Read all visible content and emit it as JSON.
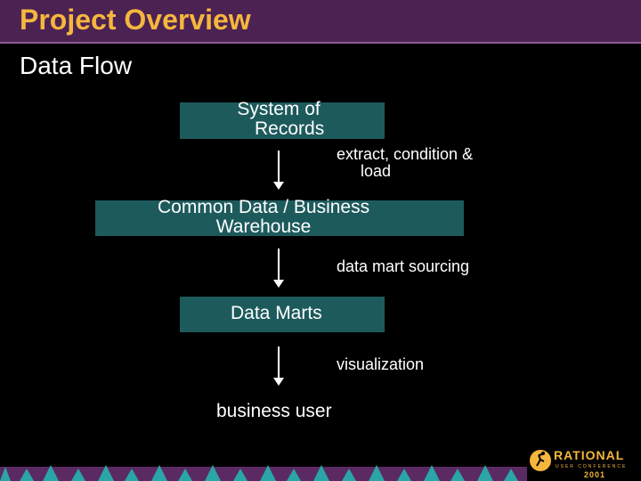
{
  "slide": {
    "title": "Project Overview",
    "subtitle": "Data Flow"
  },
  "flow": {
    "nodes": [
      {
        "id": "sor",
        "line1": "System of",
        "line2": "Records"
      },
      {
        "id": "warehouse",
        "line1": "Common Data / Business",
        "line2": "Warehouse"
      },
      {
        "id": "marts",
        "line1": "Data Marts"
      },
      {
        "id": "user",
        "line1": "business user"
      }
    ],
    "edges": [
      {
        "line1": "extract, condition &",
        "line2": "load"
      },
      {
        "line1": "data mart sourcing"
      },
      {
        "line1": "visualization"
      }
    ]
  },
  "logo": {
    "word": "RATIONAL",
    "tagline": "USER CONFERENCE",
    "year": "2001"
  },
  "colors": {
    "title_bar": "#4c2253",
    "title_text": "#f5b63d",
    "box_fill": "#1d5a5c",
    "band_teal": "#2aa5a8",
    "band_purple": "#5b2a63"
  }
}
